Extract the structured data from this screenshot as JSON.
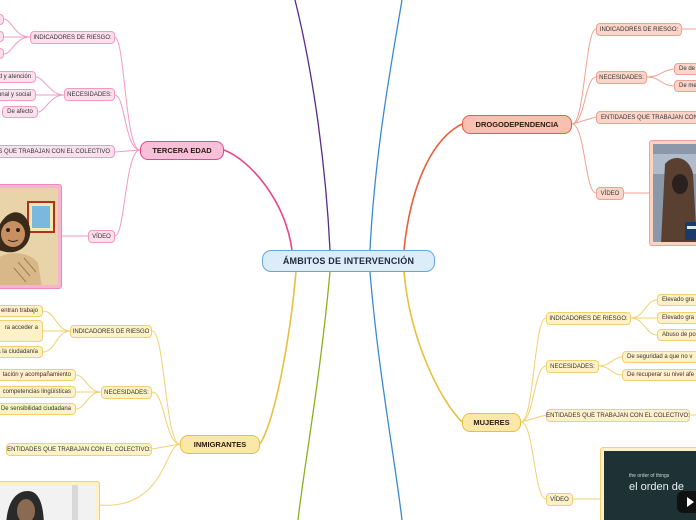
{
  "center": {
    "label": "ÁMBITOS DE INTERVENCIÓN"
  },
  "tercera_edad": {
    "label": "TERCERA EDAD",
    "indicadores": "INDICADORES DE RIESGO:",
    "necesidades": "NECESIDADES:",
    "necesidades_items": [
      "d y atención",
      "onal y social",
      "De afecto"
    ],
    "entidades": "ES QUE TRABAJAN CON EL COLECTIVO",
    "video": "VÍDEO"
  },
  "inmigrantes": {
    "label": "INMIGRANTES",
    "indicadores": "INDICADORES DE RIESGO",
    "indicadores_items": [
      "entran trabajo",
      "ra acceder a",
      "a la ciudadanía"
    ],
    "necesidades": "NECESIDADES:",
    "necesidades_items": [
      "tación y acompañamiento",
      "competencias lingüísticas",
      "De sensibilidad ciudadana"
    ],
    "entidades": "ENTIDADES QUE TRABAJAN CON EL COLECTIVO:"
  },
  "drogodependencia": {
    "label": "DROGODEPENDENCIA",
    "indicadores": "INDICADORES DE RIESGO:",
    "necesidades": "NECESIDADES:",
    "necesidades_items": [
      "De de",
      "De me"
    ],
    "entidades": "ENTIDADES QUE TRABAJAN CON E",
    "video": "VÍDEO"
  },
  "mujeres": {
    "label": "MUJERES",
    "indicadores": "INDICADORES DE RIESGO:",
    "indicadores_items": [
      "Elevado gra",
      "Elevado gra",
      "Abuso de po"
    ],
    "necesidades": "NECESIDADES:",
    "necesidades_items": [
      "De seguridad a que no v",
      "De recuperar su nivel afe"
    ],
    "entidades": "ENTIDADES QUE TRABAJAN CON EL COLECTIVO:",
    "video": "VÍDEO",
    "video_title_small": "the order of things",
    "video_title": "el orden de"
  },
  "colors": {
    "pink": "#e8468a",
    "orange": "#e8603a",
    "yellow": "#e8c040",
    "purple": "#5a2a8a",
    "blue": "#3a8ad0",
    "green": "#8ab020",
    "center_border": "#5fa8e0"
  }
}
